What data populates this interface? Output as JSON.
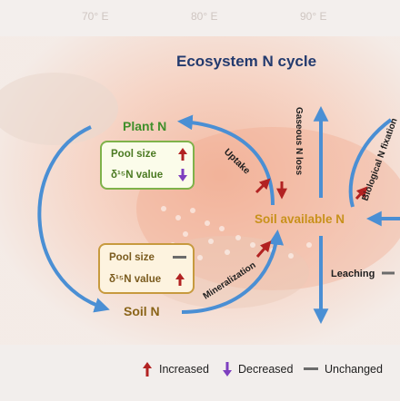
{
  "title": "Ecosystem N cycle",
  "map_ticks": [
    "70° E",
    "80° E",
    "90° E"
  ],
  "pools": {
    "plant": "Plant N",
    "soil": "Soil N",
    "soil_available": "Soil available N"
  },
  "boxes": {
    "plant": {
      "pool_size": "Pool size",
      "pool_size_change": "increased",
      "d15n": "δ¹⁵N value",
      "d15n_change": "decreased"
    },
    "soil": {
      "pool_size": "Pool size",
      "pool_size_change": "unchanged",
      "d15n": "δ¹⁵N value",
      "d15n_change": "increased"
    }
  },
  "processes": {
    "uptake": "Uptake",
    "mineralization": "Mineralization",
    "gaseous_loss": "Gaseous N loss",
    "biological_fixation": "Biological N fixation",
    "leaching": "Leaching"
  },
  "legend": {
    "increased": "Increased",
    "decreased": "Decreased",
    "unchanged": "Unchanged"
  },
  "colors": {
    "arrow_blue": "#4a8fd4",
    "increase_red": "#b22222",
    "decrease_purple": "#7e3fbf",
    "unchanged_gray": "#6b6b6b",
    "title_navy": "#233a6e",
    "plant_green": "#3f8f2a",
    "soil_brown": "#8a6418",
    "soil_available_gold": "#c8911b"
  }
}
